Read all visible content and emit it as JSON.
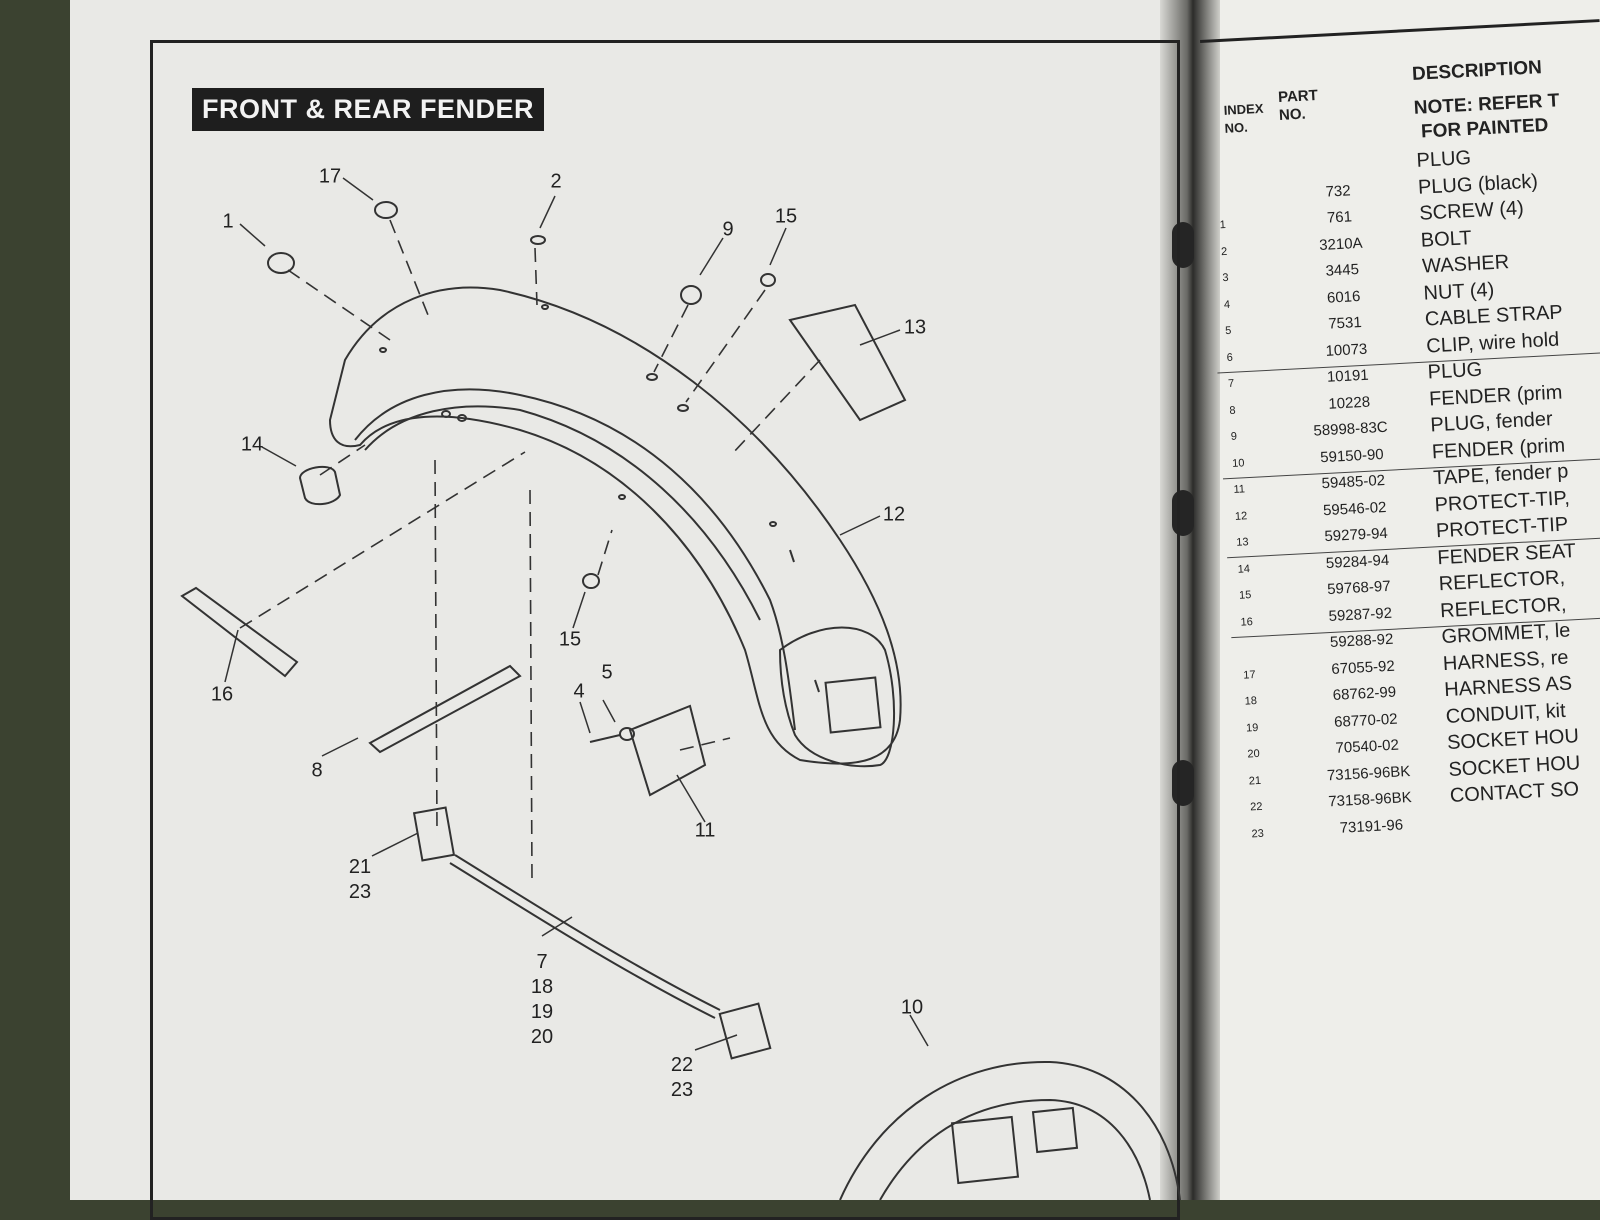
{
  "page_title": "FRONT & REAR FENDER",
  "callouts": [
    {
      "id": "c1",
      "text": "1"
    },
    {
      "id": "c2",
      "text": "2"
    },
    {
      "id": "c17",
      "text": "17"
    },
    {
      "id": "c9",
      "text": "9"
    },
    {
      "id": "c15a",
      "text": "15"
    },
    {
      "id": "c13",
      "text": "13"
    },
    {
      "id": "c14",
      "text": "14"
    },
    {
      "id": "c12",
      "text": "12"
    },
    {
      "id": "c15b",
      "text": "15"
    },
    {
      "id": "c16",
      "text": "16"
    },
    {
      "id": "c4",
      "text": "4"
    },
    {
      "id": "c5",
      "text": "5"
    },
    {
      "id": "c8",
      "text": "8"
    },
    {
      "id": "c11",
      "text": "11"
    },
    {
      "id": "c21",
      "text": "21\n23"
    },
    {
      "id": "c7",
      "text": "7\n18\n19\n20"
    },
    {
      "id": "c22",
      "text": "22\n23"
    },
    {
      "id": "c10",
      "text": "10"
    }
  ],
  "table": {
    "headers": {
      "index": "INDEX NO.",
      "part": "PART NO.",
      "description": "DESCRIPTION"
    },
    "note_line1": "NOTE: REFER T",
    "note_line2": "FOR PAINTED",
    "rows": [
      {
        "index": "",
        "part": "",
        "desc": "PLUG"
      },
      {
        "index": "",
        "part": "732",
        "desc": "PLUG (black)"
      },
      {
        "index": "1",
        "part": "761",
        "desc": "SCREW (4)"
      },
      {
        "index": "2",
        "part": "3210A",
        "desc": "BOLT"
      },
      {
        "index": "3",
        "part": "3445",
        "desc": "WASHER"
      },
      {
        "index": "4",
        "part": "6016",
        "desc": "NUT (4)"
      },
      {
        "index": "5",
        "part": "7531",
        "desc": "CABLE STRAP"
      },
      {
        "index": "6",
        "part": "10073",
        "desc": "CLIP, wire hold"
      },
      {
        "index": "7",
        "part": "10191",
        "desc": "PLUG"
      },
      {
        "index": "8",
        "part": "10228",
        "desc": "FENDER (prim"
      },
      {
        "index": "9",
        "part": "58998-83C",
        "desc": "PLUG, fender"
      },
      {
        "index": "10",
        "part": "59150-90",
        "desc": "FENDER (prim"
      },
      {
        "index": "11",
        "part": "59485-02",
        "desc": "TAPE, fender p"
      },
      {
        "index": "12",
        "part": "59546-02",
        "desc": "PROTECT-TIP,"
      },
      {
        "index": "13",
        "part": "59279-94",
        "desc": "PROTECT-TIP"
      },
      {
        "index": "14",
        "part": "59284-94",
        "desc": "FENDER SEAT"
      },
      {
        "index": "15",
        "part": "59768-97",
        "desc": "REFLECTOR,"
      },
      {
        "index": "16",
        "part": "59287-92",
        "desc": "REFLECTOR,"
      },
      {
        "index": "",
        "part": "59288-92",
        "desc": "GROMMET, le"
      },
      {
        "index": "17",
        "part": "67055-92",
        "desc": "HARNESS, re"
      },
      {
        "index": "18",
        "part": "68762-99",
        "desc": "HARNESS AS"
      },
      {
        "index": "19",
        "part": "68770-02",
        "desc": "CONDUIT, kit"
      },
      {
        "index": "20",
        "part": "70540-02",
        "desc": "SOCKET HOU"
      },
      {
        "index": "21",
        "part": "73156-96BK",
        "desc": "SOCKET HOU"
      },
      {
        "index": "22",
        "part": "73158-96BK",
        "desc": "CONTACT SO"
      },
      {
        "index": "23",
        "part": "73191-96",
        "desc": ""
      }
    ]
  },
  "colors": {
    "ink": "#222222",
    "paper": "#e9e9e6",
    "title_bg": "#1e1e1e"
  }
}
